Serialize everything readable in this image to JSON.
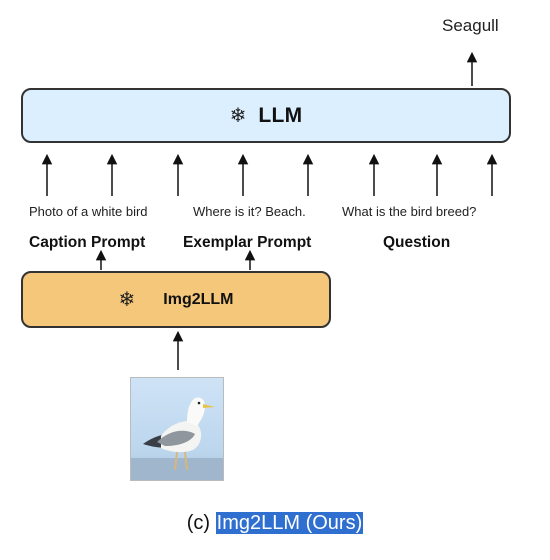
{
  "output": "Seagull",
  "llm": {
    "label": "LLM",
    "icon": "snowflake-icon"
  },
  "tokens": [
    "Photo of a white bird",
    "Where is it? Beach.",
    "What is the bird breed?"
  ],
  "groups": [
    "Caption Prompt",
    "Exemplar Prompt",
    "Question"
  ],
  "img2llm": {
    "label": "Img2LLM",
    "icon": "snowflake-icon"
  },
  "input_image": {
    "subject": "seagull photo"
  },
  "caption": {
    "prefix": "(c)",
    "highlighted": "Img2LLM (Ours)",
    "highlight_color": "#2f6fd0"
  },
  "colors": {
    "llm_fill": "#dcefff",
    "img2llm_fill": "#f4c77a"
  }
}
